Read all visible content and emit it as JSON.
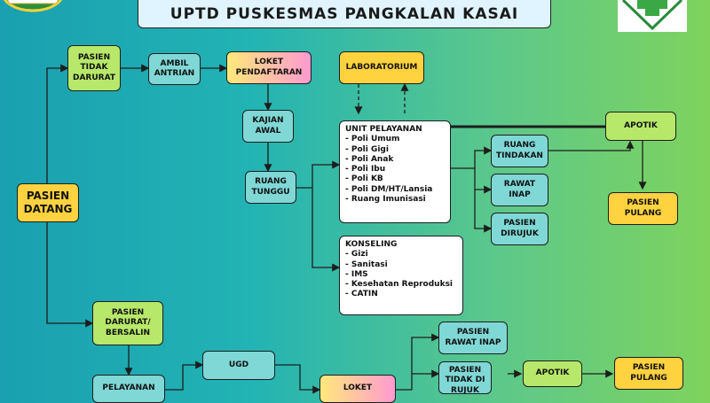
{
  "title": "UPTD PUSKESMAS PANGKALAN KASAI",
  "nodes": {
    "pasien_datang": "PASIEN\nDATANG",
    "tidak_darurat": "PASIEN\nTIDAK\nDARURAT",
    "ambil_antrian": "AMBIL\nANTRIAN",
    "loket_pendaftaran": "LOKET\nPENDAFTARAN",
    "laboratorium": "LABORATORIUM",
    "kajian_awal": "KAJIAN\nAWAL",
    "ruang_tunggu": "RUANG\nTUNGGU",
    "ruang_tindakan": "RUANG\nTINDAKAN",
    "rawat_inap": "RAWAT\nINAP",
    "pasien_dirujuk": "PASIEN\nDIRUJUK",
    "apotik": "APOTIK",
    "pasien_pulang": "PASIEN\nPULANG",
    "darurat_bersalin": "PASIEN\nDARURAT/\nBERSALIN",
    "pelayanan": "PELAYANAN",
    "ugd": "UGD",
    "loket_bottom": "LOKET",
    "pasien_rawat_inap": "PASIEN\nRAWAT INAP",
    "pasien_tidak_dirujuk": "PASIEN\nTIDAK DI\nRUJUK",
    "apotik_bottom": "APOTIK",
    "pasien_pulang_bottom": "PASIEN\nPULANG"
  },
  "unit_pelayanan": {
    "heading": "UNIT PELAYANAN",
    "items": [
      "- Poli Umum",
      "- Poli Gigi",
      "- Poli Anak",
      "- Poli Ibu",
      "- Poli KB",
      "- Poli DM/HT/Lansia",
      "- Ruang Imunisasi"
    ]
  },
  "konseling": {
    "heading": "KONSELING",
    "items": [
      "- Gizi",
      "- Sanitasi",
      "- IMS",
      "- Kesehatan Reproduksi",
      "- CATIN"
    ]
  },
  "colors": {
    "green": "#b8e86a",
    "cyan": "#7fd8d6",
    "yellow": "#ffd23f",
    "logo_green": "#3aa845"
  },
  "icons": {
    "left_logo": "regency-emblem-icon",
    "right_logo": "health-cross-icon"
  }
}
